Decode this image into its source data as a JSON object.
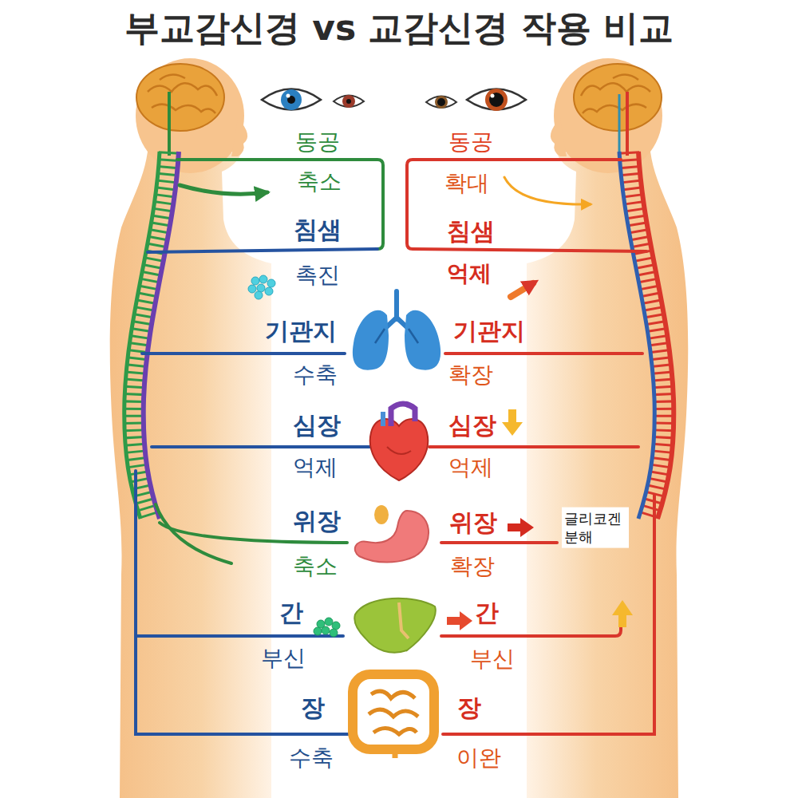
{
  "diagram": {
    "title": "부교감신경 vs 교감신경 작용 비교",
    "labels": [
      "동공",
      "동공",
      "축소",
      "확대",
      "침샘",
      "침샘",
      "촉진",
      "억제",
      "기관지",
      "기관지",
      "수축",
      "확장",
      "심장",
      "심장",
      "억제",
      "억제",
      "위장",
      "위장",
      "글리코겐 분해",
      "축소",
      "확장",
      "간",
      "간",
      "부신",
      "부신",
      "장",
      "장",
      "수축",
      "이완"
    ]
  }
}
